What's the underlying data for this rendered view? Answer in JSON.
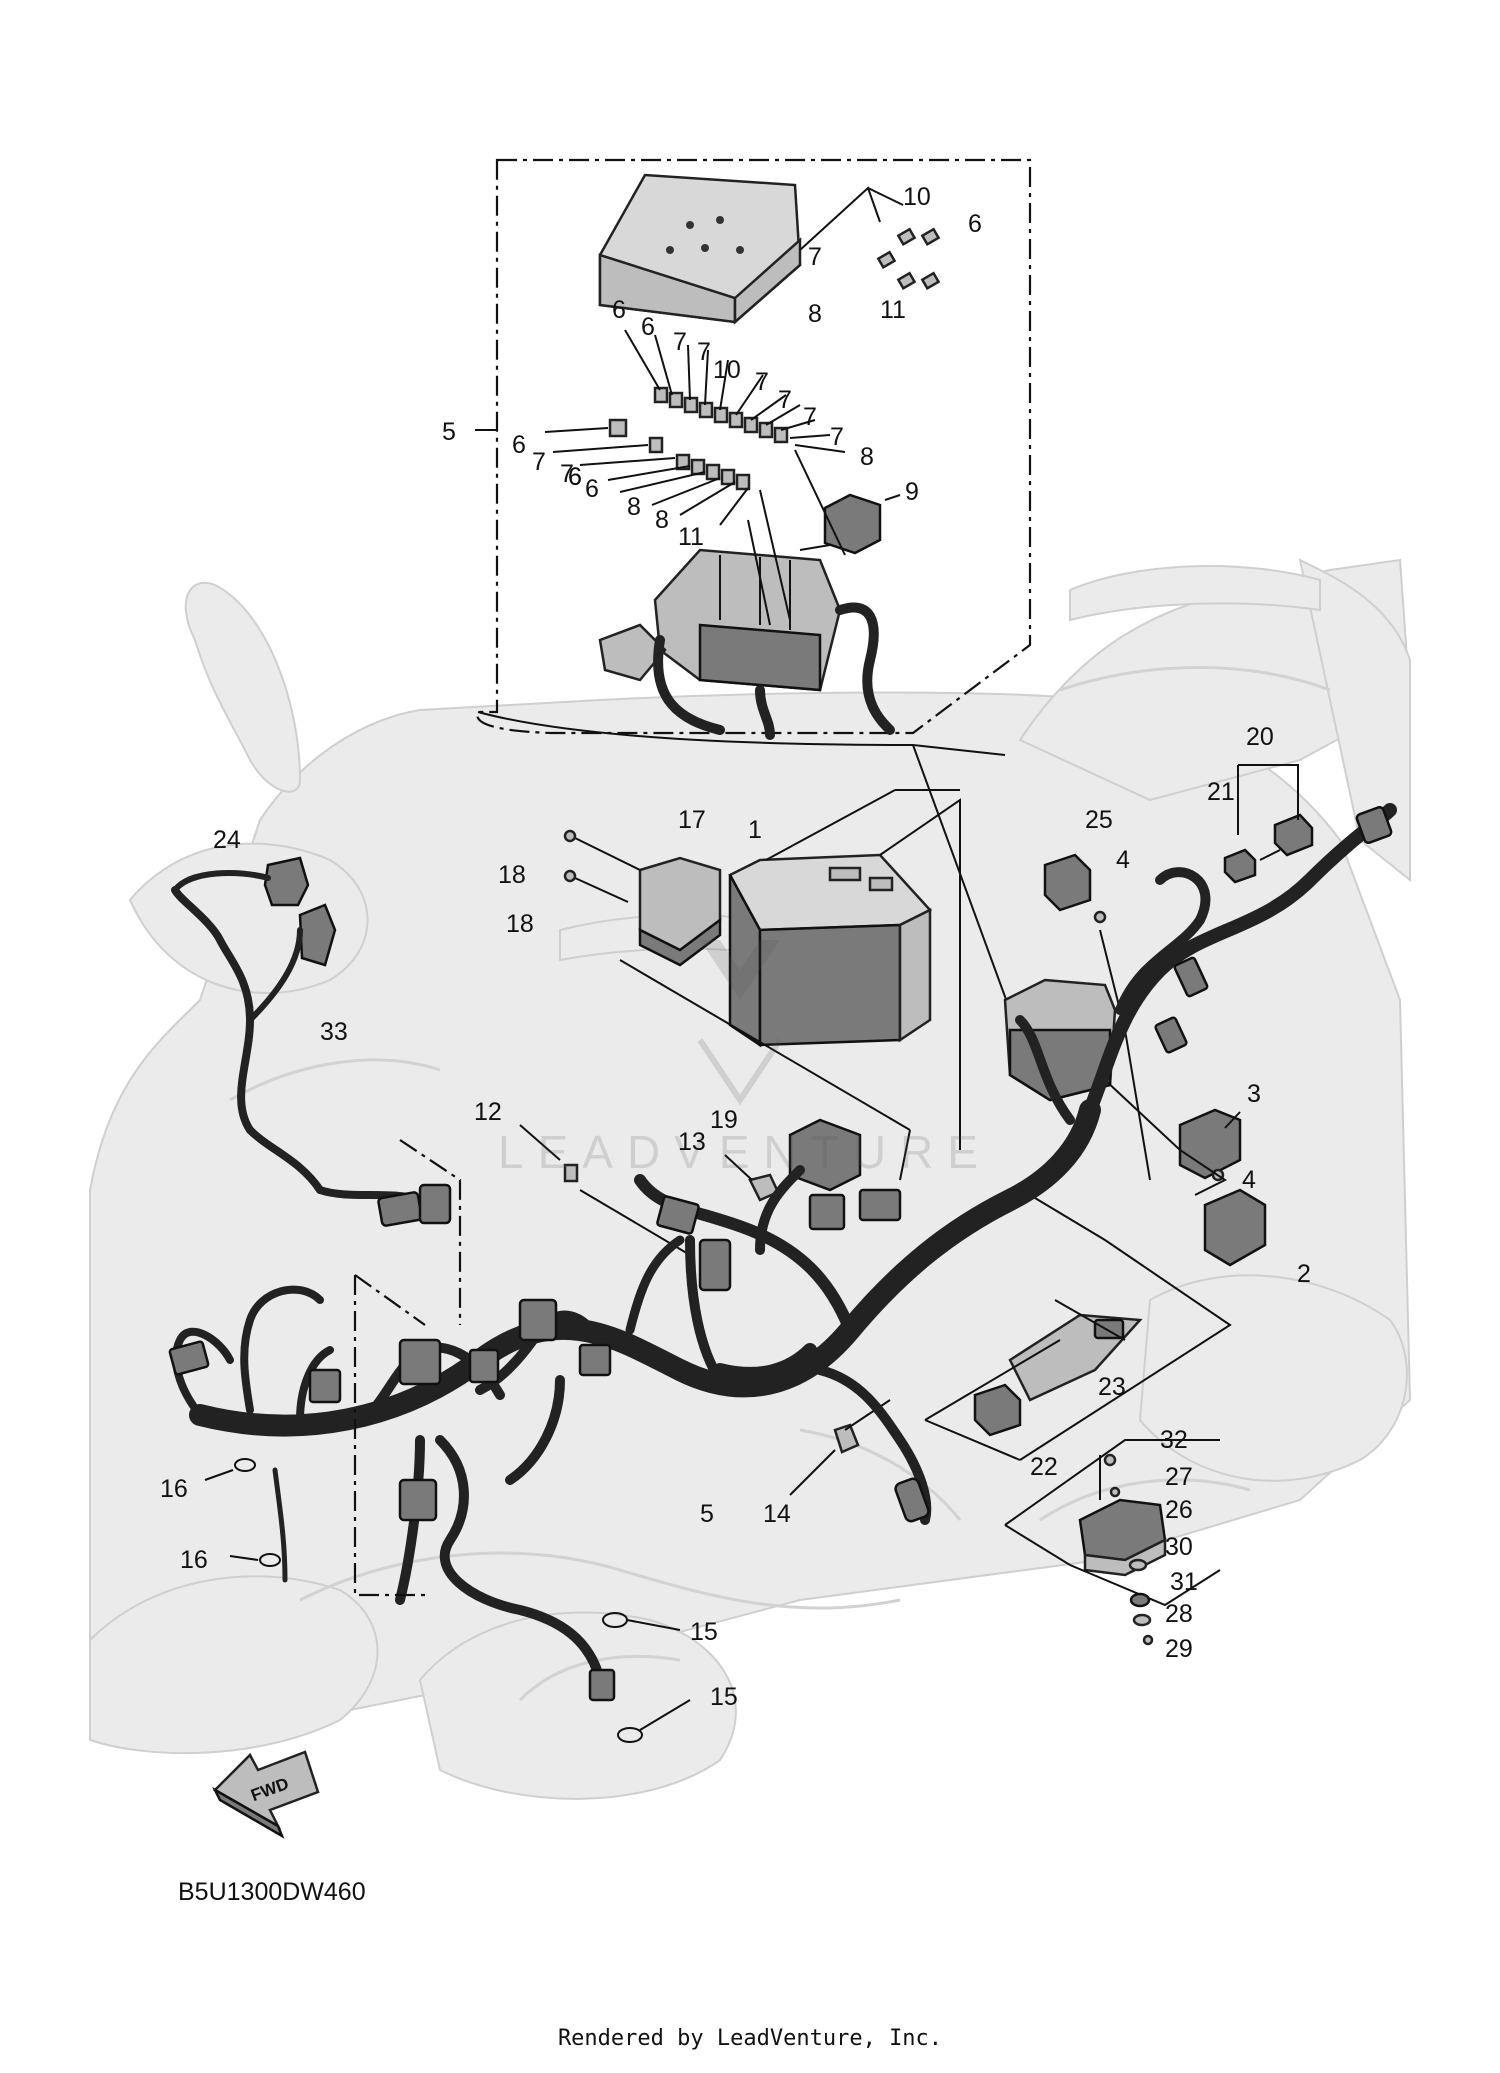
{
  "diagram": {
    "code": "B5U1300DW460",
    "fwd_label": "FWD",
    "watermark": "LEADVENTURE",
    "footer": "Rendered by LeadVenture, Inc."
  },
  "callouts": [
    {
      "id": "c1",
      "text": "1"
    },
    {
      "id": "c2",
      "text": "2"
    },
    {
      "id": "c3",
      "text": "3"
    },
    {
      "id": "c4a",
      "text": "4"
    },
    {
      "id": "c4b",
      "text": "4"
    },
    {
      "id": "c5a",
      "text": "5"
    },
    {
      "id": "c5b",
      "text": "5"
    },
    {
      "id": "c6a",
      "text": "6"
    },
    {
      "id": "c6b",
      "text": "6"
    },
    {
      "id": "c6c",
      "text": "6"
    },
    {
      "id": "c6d",
      "text": "6"
    },
    {
      "id": "c6e",
      "text": "6"
    },
    {
      "id": "c6f",
      "text": "6"
    },
    {
      "id": "c6g",
      "text": "6"
    },
    {
      "id": "c7a",
      "text": "7"
    },
    {
      "id": "c7b",
      "text": "7"
    },
    {
      "id": "c7c",
      "text": "7"
    },
    {
      "id": "c7d",
      "text": "7"
    },
    {
      "id": "c7e",
      "text": "7"
    },
    {
      "id": "c7f",
      "text": "7"
    },
    {
      "id": "c7g",
      "text": "7"
    },
    {
      "id": "c7h",
      "text": "7"
    },
    {
      "id": "c7i",
      "text": "7"
    },
    {
      "id": "c8a",
      "text": "8"
    },
    {
      "id": "c8b",
      "text": "8"
    },
    {
      "id": "c8c",
      "text": "8"
    },
    {
      "id": "c8d",
      "text": "8"
    },
    {
      "id": "c9",
      "text": "9"
    },
    {
      "id": "c10a",
      "text": "10"
    },
    {
      "id": "c10b",
      "text": "10"
    },
    {
      "id": "c11a",
      "text": "11"
    },
    {
      "id": "c11b",
      "text": "11"
    },
    {
      "id": "c12",
      "text": "12"
    },
    {
      "id": "c13",
      "text": "13"
    },
    {
      "id": "c14",
      "text": "14"
    },
    {
      "id": "c15a",
      "text": "15"
    },
    {
      "id": "c15b",
      "text": "15"
    },
    {
      "id": "c16a",
      "text": "16"
    },
    {
      "id": "c16b",
      "text": "16"
    },
    {
      "id": "c17",
      "text": "17"
    },
    {
      "id": "c18a",
      "text": "18"
    },
    {
      "id": "c18b",
      "text": "18"
    },
    {
      "id": "c19",
      "text": "19"
    },
    {
      "id": "c20",
      "text": "20"
    },
    {
      "id": "c21",
      "text": "21"
    },
    {
      "id": "c22",
      "text": "22"
    },
    {
      "id": "c23",
      "text": "23"
    },
    {
      "id": "c24",
      "text": "24"
    },
    {
      "id": "c25",
      "text": "25"
    },
    {
      "id": "c26",
      "text": "26"
    },
    {
      "id": "c27",
      "text": "27"
    },
    {
      "id": "c28",
      "text": "28"
    },
    {
      "id": "c29",
      "text": "29"
    },
    {
      "id": "c30",
      "text": "30"
    },
    {
      "id": "c31",
      "text": "31"
    },
    {
      "id": "c32",
      "text": "32"
    },
    {
      "id": "c33",
      "text": "33"
    }
  ]
}
